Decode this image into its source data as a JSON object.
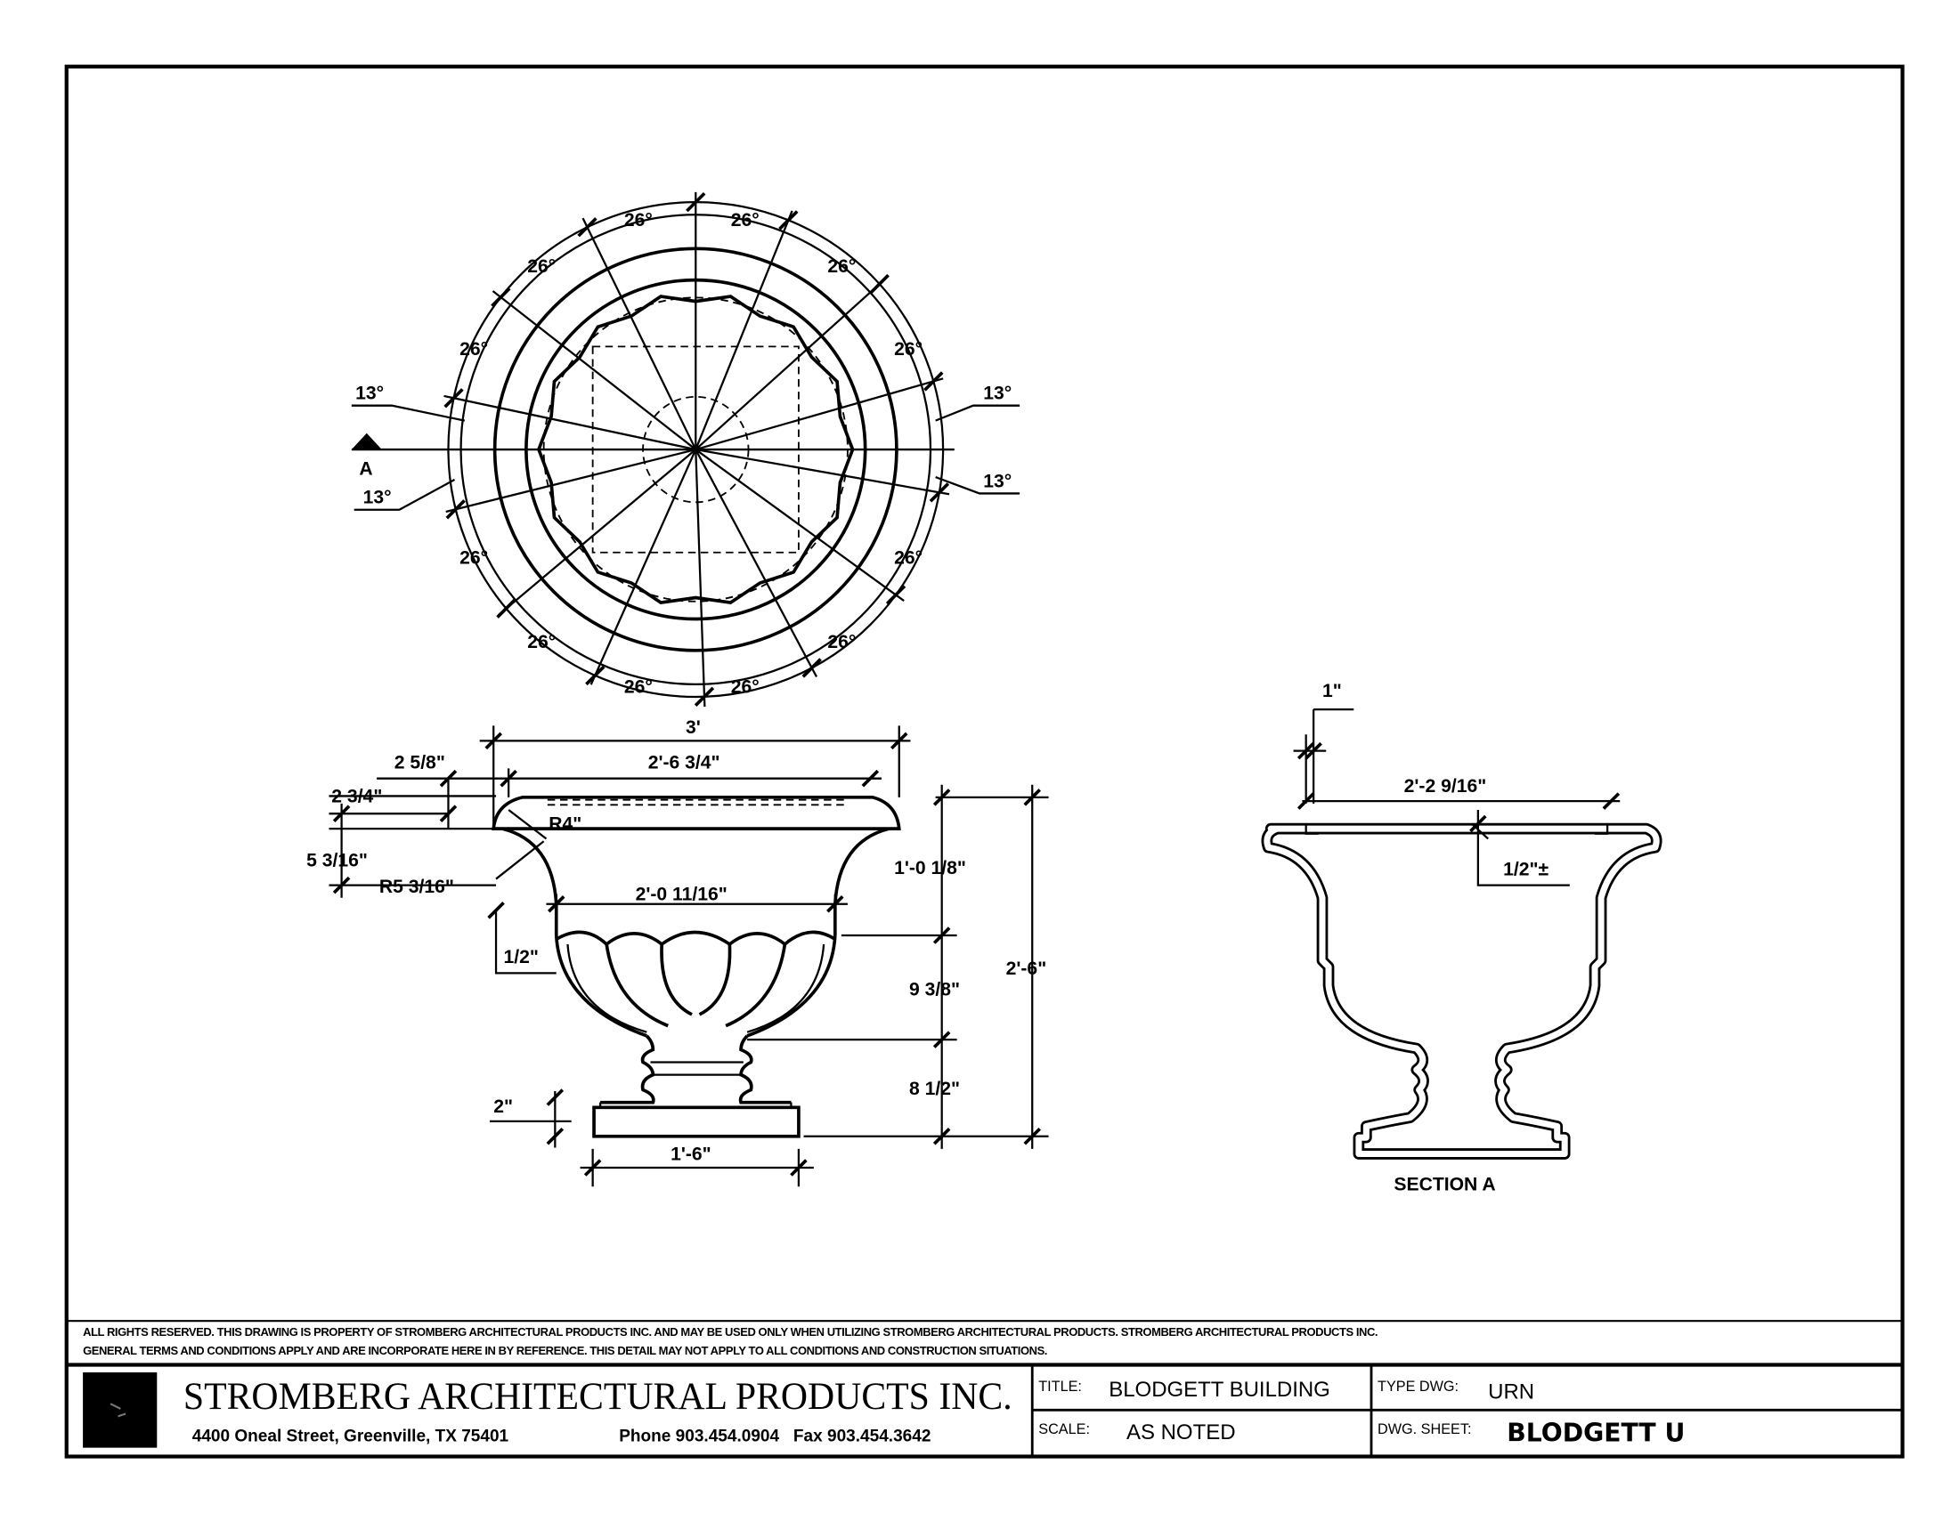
{
  "plan_view": {
    "angle_labels_26": [
      "26°",
      "26°",
      "26°",
      "26°",
      "26°",
      "26°",
      "26°",
      "26°",
      "26°",
      "26°",
      "26°",
      "26°"
    ],
    "angle_labels_13": [
      "13°",
      "13°",
      "13°",
      "13°"
    ],
    "section_marker": "A"
  },
  "elevation": {
    "dims": {
      "overall_width": "3'",
      "inner_width": "2'-6 3/4\"",
      "lip_offset": "2 5/8\"",
      "lip_height": "2 3/4\"",
      "neck_offset": "5 3/16\"",
      "rim_radius": "R4\"",
      "neck_radius": "R5 3/16\"",
      "neck_width": "2'-0 11/16\"",
      "bowl_offset": "1/2\"",
      "upper_height": "1'-0 1/8\"",
      "bowl_height": "9 3/8\"",
      "foot_height": "8 1/2\"",
      "total_height": "2'-6\"",
      "plinth_height": "2\"",
      "base_width": "1'-6\""
    }
  },
  "section": {
    "wall": "1\"",
    "inner_width": "2'-2 9/16\"",
    "depth": "1/2\"±",
    "title": "SECTION A"
  },
  "title_block": {
    "notes": [
      "ALL RIGHTS RESERVED. THIS DRAWING IS PROPERTY OF STROMBERG ARCHITECTURAL PRODUCTS INC. AND MAY BE USED ONLY WHEN UTILIZING STROMBERG ARCHITECTURAL PRODUCTS.  STROMBERG ARCHITECTURAL PRODUCTS INC.",
      "GENERAL TERMS AND CONDITIONS APPLY AND ARE INCORPORATE HERE IN BY REFERENCE.  THIS DETAIL MAY NOT APPLY TO ALL CONDITIONS AND CONSTRUCTION SITUATIONS."
    ],
    "company": "STROMBERG ARCHITECTURAL PRODUCTS INC.",
    "address": "4400 Oneal Street, Greenville, TX  75401",
    "phone_fax": "Phone 903.454.0904   Fax 903.454.3642",
    "title_label": "TITLE:",
    "title_value": "BLODGETT BUILDING",
    "type_label": "TYPE DWG:",
    "type_value": "URN",
    "scale_label": "SCALE:",
    "scale_value": "AS NOTED",
    "sheet_label": "DWG. SHEET:",
    "sheet_value": "BLODGETT U"
  }
}
